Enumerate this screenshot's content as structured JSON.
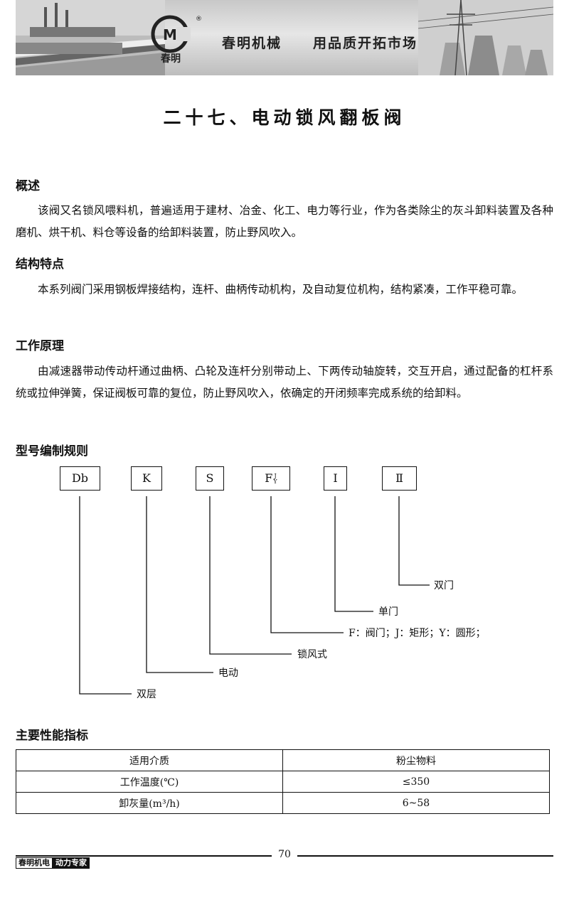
{
  "header": {
    "logo_text": "春明",
    "registered_mark": "®",
    "slogan_left": "春明机械",
    "slogan_right": "用品质开拓市场"
  },
  "page_title": "二十七、电动锁风翻板阀",
  "sections": {
    "overview_heading": "概述",
    "overview_text": "该阀又名锁风喂料机，普遍适用于建材、冶金、化工、电力等行业，作为各类除尘的灰斗卸料装置及各种磨机、烘干机、料仓等设备的给卸料装置，防止野风吹入。",
    "structure_heading": "结构特点",
    "structure_text": "本系列阀门采用钢板焊接结构，连杆、曲柄传动机构，及自动复位机构，结构紧凑，工作平稳可靠。",
    "principle_heading": "工作原理",
    "principle_text": "由减速器带动传动杆通过曲柄、凸轮及连杆分别带动上、下两传动轴旋转，交互开启，通过配备的杠杆系统或拉伸弹簧，保证阀板可靠的复位，防止野风吹入，依确定的开闭频率完成系统的给卸料。",
    "model_heading": "型号编制规则",
    "performance_heading": "主要性能指标"
  },
  "model_code": {
    "boxes": [
      "Db",
      "K",
      "S",
      "F",
      "Ⅰ",
      "Ⅱ"
    ],
    "box_F_sup": "J",
    "box_F_sub": "Y",
    "labels": {
      "double_door": "双门",
      "single_door": "单门",
      "type_f": "F：阀门；J：矩形；Y：圆形；",
      "lock_air": "锁风式",
      "electric": "电动",
      "double_layer": "双层"
    }
  },
  "table": {
    "rows": [
      [
        "适用介质",
        "粉尘物料"
      ],
      [
        "工作温度(℃)",
        "≤350"
      ],
      [
        "卸灰量(m³/h)",
        "6~58"
      ]
    ]
  },
  "footer": {
    "page_number": "70",
    "brand": "春明机电",
    "tagline": "动力专家"
  }
}
